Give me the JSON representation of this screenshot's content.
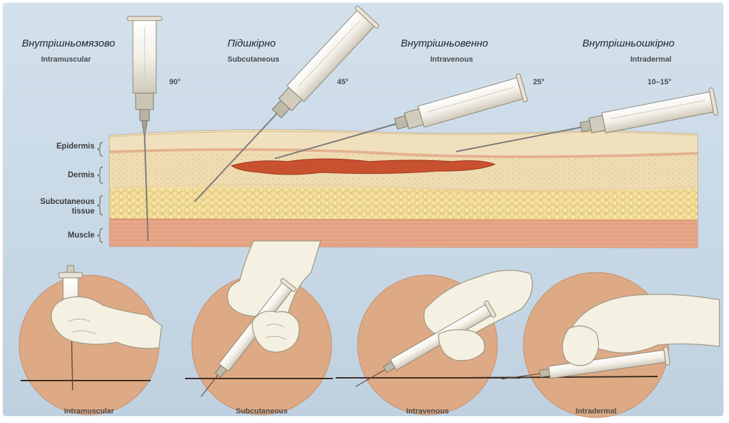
{
  "routes": [
    {
      "ua": "Внутрішньомязово",
      "en": "Intramuscular",
      "angle": "90°",
      "caption": "Intramuscular"
    },
    {
      "ua": "Підшкірно",
      "en": "Subcutaneous",
      "angle": "45°",
      "caption": "Subcutaneous"
    },
    {
      "ua": "Внутрішньовенно",
      "en": "Intravenous",
      "angle": "25°",
      "caption": "Intravenous"
    },
    {
      "ua": "Внутрішньошкірно",
      "en": "Intradermal",
      "angle": "10–15°",
      "caption": "Intradermal"
    }
  ],
  "layers": [
    {
      "label": "Epidermis"
    },
    {
      "label": "Dermis"
    },
    {
      "label": "Subcutaneous tissue"
    },
    {
      "label": "Muscle"
    }
  ],
  "colors": {
    "background": "#c9d9e6",
    "epidermis": "#f2e2bf",
    "dermis": "#efd9ad",
    "subcutaneous": "#ecd58c",
    "muscle": "#e7ab8a",
    "vein": "#c9502f",
    "circle": "#ddaa85",
    "glove": "#f5f2e4"
  }
}
